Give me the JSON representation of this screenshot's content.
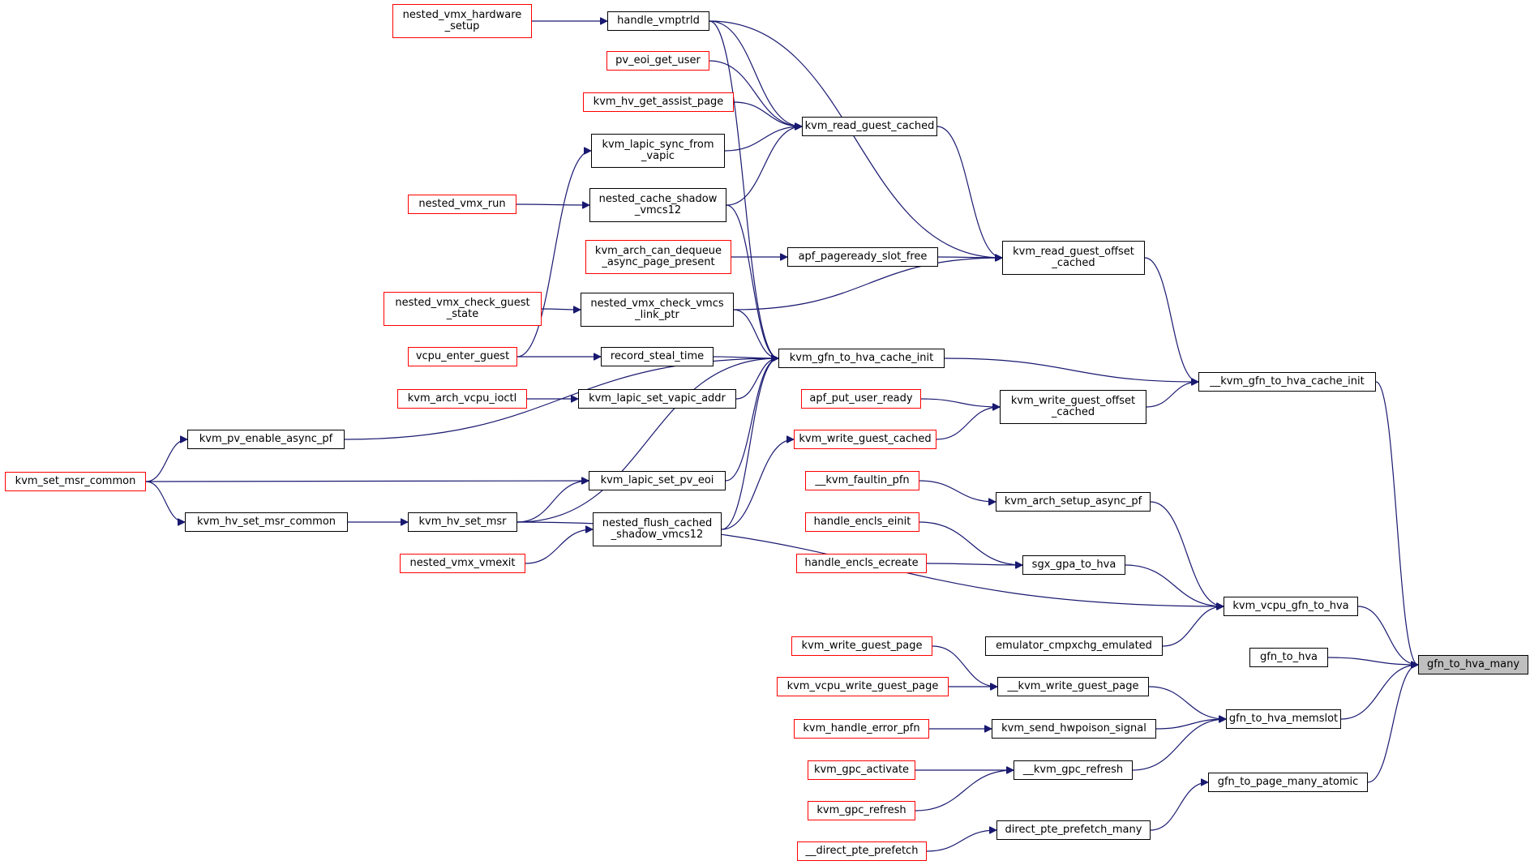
{
  "colors": {
    "edge": "#191970",
    "node_border": "#000000",
    "node_border_truncated": "#ff0000",
    "root_fill": "#bfbfbf",
    "background": "#ffffff"
  },
  "graph": {
    "root": "gfn_to_hva_many",
    "nodes": [
      {
        "id": "gfn_to_hva_many",
        "label": "gfn_to_hva_many",
        "style": "root"
      },
      {
        "id": "__kvm_gfn_to_hva_cache_init",
        "label": "__kvm_gfn_to_hva_cache_init",
        "style": "black"
      },
      {
        "id": "kvm_vcpu_gfn_to_hva",
        "label": "kvm_vcpu_gfn_to_hva",
        "style": "black"
      },
      {
        "id": "gfn_to_hva",
        "label": "gfn_to_hva",
        "style": "black"
      },
      {
        "id": "gfn_to_hva_memslot",
        "label": "gfn_to_hva_memslot",
        "style": "black"
      },
      {
        "id": "gfn_to_page_many_atomic",
        "label": "gfn_to_page_many_atomic",
        "style": "black"
      },
      {
        "id": "kvm_read_guest_offset_cached",
        "label": "kvm_read_guest_offset\n_cached",
        "style": "black"
      },
      {
        "id": "kvm_gfn_to_hva_cache_init",
        "label": "kvm_gfn_to_hva_cache_init",
        "style": "black"
      },
      {
        "id": "kvm_write_guest_offset_cached",
        "label": "kvm_write_guest_offset\n_cached",
        "style": "black"
      },
      {
        "id": "kvm_arch_setup_async_pf",
        "label": "kvm_arch_setup_async_pf",
        "style": "black"
      },
      {
        "id": "sgx_gpa_to_hva",
        "label": "sgx_gpa_to_hva",
        "style": "black"
      },
      {
        "id": "emulator_cmpxchg_emulated",
        "label": "emulator_cmpxchg_emulated",
        "style": "black"
      },
      {
        "id": "__kvm_write_guest_page",
        "label": "__kvm_write_guest_page",
        "style": "black"
      },
      {
        "id": "kvm_send_hwpoison_signal",
        "label": "kvm_send_hwpoison_signal",
        "style": "black"
      },
      {
        "id": "__kvm_gpc_refresh",
        "label": "__kvm_gpc_refresh",
        "style": "black"
      },
      {
        "id": "direct_pte_prefetch_many",
        "label": "direct_pte_prefetch_many",
        "style": "black"
      },
      {
        "id": "handle_vmptrld",
        "label": "handle_vmptrld",
        "style": "black"
      },
      {
        "id": "kvm_read_guest_cached",
        "label": "kvm_read_guest_cached",
        "style": "black"
      },
      {
        "id": "apf_pageready_slot_free",
        "label": "apf_pageready_slot_free",
        "style": "black"
      },
      {
        "id": "nested_vmx_check_vmcs_link_ptr",
        "label": "nested_vmx_check_vmcs\n_link_ptr",
        "style": "black"
      },
      {
        "id": "record_steal_time",
        "label": "record_steal_time",
        "style": "black"
      },
      {
        "id": "kvm_lapic_set_vapic_addr",
        "label": "kvm_lapic_set_vapic_addr",
        "style": "black"
      },
      {
        "id": "kvm_lapic_set_pv_eoi",
        "label": "kvm_lapic_set_pv_eoi",
        "style": "black"
      },
      {
        "id": "nested_flush_cached_shadow_vmcs12",
        "label": "nested_flush_cached\n_shadow_vmcs12",
        "style": "black"
      },
      {
        "id": "kvm_pv_enable_async_pf",
        "label": "kvm_pv_enable_async_pf",
        "style": "black"
      },
      {
        "id": "apf_put_user_ready",
        "label": "apf_put_user_ready",
        "style": "red"
      },
      {
        "id": "kvm_write_guest_cached",
        "label": "kvm_write_guest_cached",
        "style": "red"
      },
      {
        "id": "__kvm_faultin_pfn",
        "label": "__kvm_faultin_pfn",
        "style": "red"
      },
      {
        "id": "handle_encls_einit",
        "label": "handle_encls_einit",
        "style": "red"
      },
      {
        "id": "handle_encls_ecreate",
        "label": "handle_encls_ecreate",
        "style": "red"
      },
      {
        "id": "kvm_hv_set_msr",
        "label": "kvm_hv_set_msr",
        "style": "black"
      },
      {
        "id": "kvm_write_guest_page",
        "label": "kvm_write_guest_page",
        "style": "red"
      },
      {
        "id": "kvm_vcpu_write_guest_page",
        "label": "kvm_vcpu_write_guest_page",
        "style": "red"
      },
      {
        "id": "kvm_handle_error_pfn",
        "label": "kvm_handle_error_pfn",
        "style": "red"
      },
      {
        "id": "kvm_gpc_activate",
        "label": "kvm_gpc_activate",
        "style": "red"
      },
      {
        "id": "kvm_gpc_refresh",
        "label": "kvm_gpc_refresh",
        "style": "red"
      },
      {
        "id": "__direct_pte_prefetch",
        "label": "__direct_pte_prefetch",
        "style": "red"
      },
      {
        "id": "nested_vmx_hardware_setup",
        "label": "nested_vmx_hardware\n_setup",
        "style": "red"
      },
      {
        "id": "pv_eoi_get_user",
        "label": "pv_eoi_get_user",
        "style": "red"
      },
      {
        "id": "kvm_hv_get_assist_page",
        "label": "kvm_hv_get_assist_page",
        "style": "red"
      },
      {
        "id": "kvm_lapic_sync_from_vapic",
        "label": "kvm_lapic_sync_from\n_vapic",
        "style": "black"
      },
      {
        "id": "nested_cache_shadow_vmcs12",
        "label": "nested_cache_shadow\n_vmcs12",
        "style": "black"
      },
      {
        "id": "kvm_arch_can_dequeue_async_page_present",
        "label": "kvm_arch_can_dequeue\n_async_page_present",
        "style": "red"
      },
      {
        "id": "nested_vmx_check_guest_state",
        "label": "nested_vmx_check_guest\n_state",
        "style": "red"
      },
      {
        "id": "vcpu_enter_guest",
        "label": "vcpu_enter_guest",
        "style": "red"
      },
      {
        "id": "kvm_arch_vcpu_ioctl",
        "label": "kvm_arch_vcpu_ioctl",
        "style": "red"
      },
      {
        "id": "nested_vmx_run",
        "label": "nested_vmx_run",
        "style": "red"
      },
      {
        "id": "kvm_set_msr_common",
        "label": "kvm_set_msr_common",
        "style": "red"
      },
      {
        "id": "kvm_hv_set_msr_common",
        "label": "kvm_hv_set_msr_common",
        "style": "black"
      },
      {
        "id": "nested_vmx_vmexit",
        "label": "nested_vmx_vmexit",
        "style": "red"
      }
    ],
    "edges": [
      {
        "from": "__kvm_gfn_to_hva_cache_init",
        "to": "gfn_to_hva_many"
      },
      {
        "from": "kvm_vcpu_gfn_to_hva",
        "to": "gfn_to_hva_many"
      },
      {
        "from": "gfn_to_hva",
        "to": "gfn_to_hva_many"
      },
      {
        "from": "gfn_to_hva_memslot",
        "to": "gfn_to_hva_many"
      },
      {
        "from": "gfn_to_page_many_atomic",
        "to": "gfn_to_hva_many"
      },
      {
        "from": "kvm_read_guest_offset_cached",
        "to": "__kvm_gfn_to_hva_cache_init"
      },
      {
        "from": "kvm_gfn_to_hva_cache_init",
        "to": "__kvm_gfn_to_hva_cache_init"
      },
      {
        "from": "kvm_write_guest_offset_cached",
        "to": "__kvm_gfn_to_hva_cache_init"
      },
      {
        "from": "kvm_arch_setup_async_pf",
        "to": "kvm_vcpu_gfn_to_hva"
      },
      {
        "from": "sgx_gpa_to_hva",
        "to": "kvm_vcpu_gfn_to_hva"
      },
      {
        "from": "kvm_hv_set_msr",
        "to": "kvm_vcpu_gfn_to_hva"
      },
      {
        "from": "emulator_cmpxchg_emulated",
        "to": "kvm_vcpu_gfn_to_hva"
      },
      {
        "from": "__kvm_write_guest_page",
        "to": "gfn_to_hva_memslot"
      },
      {
        "from": "kvm_send_hwpoison_signal",
        "to": "gfn_to_hva_memslot"
      },
      {
        "from": "__kvm_gpc_refresh",
        "to": "gfn_to_hva_memslot"
      },
      {
        "from": "direct_pte_prefetch_many",
        "to": "gfn_to_page_many_atomic"
      },
      {
        "from": "handle_vmptrld",
        "to": "kvm_read_guest_offset_cached"
      },
      {
        "from": "kvm_read_guest_cached",
        "to": "kvm_read_guest_offset_cached"
      },
      {
        "from": "apf_pageready_slot_free",
        "to": "kvm_read_guest_offset_cached"
      },
      {
        "from": "nested_vmx_check_vmcs_link_ptr",
        "to": "kvm_read_guest_offset_cached"
      },
      {
        "from": "handle_vmptrld",
        "to": "kvm_gfn_to_hva_cache_init"
      },
      {
        "from": "nested_cache_shadow_vmcs12",
        "to": "kvm_gfn_to_hva_cache_init"
      },
      {
        "from": "nested_vmx_check_vmcs_link_ptr",
        "to": "kvm_gfn_to_hva_cache_init"
      },
      {
        "from": "record_steal_time",
        "to": "kvm_gfn_to_hva_cache_init"
      },
      {
        "from": "kvm_lapic_set_vapic_addr",
        "to": "kvm_gfn_to_hva_cache_init"
      },
      {
        "from": "kvm_pv_enable_async_pf",
        "to": "kvm_gfn_to_hva_cache_init"
      },
      {
        "from": "kvm_lapic_set_pv_eoi",
        "to": "kvm_gfn_to_hva_cache_init"
      },
      {
        "from": "kvm_hv_set_msr",
        "to": "kvm_gfn_to_hva_cache_init"
      },
      {
        "from": "nested_flush_cached_shadow_vmcs12",
        "to": "kvm_gfn_to_hva_cache_init"
      },
      {
        "from": "apf_put_user_ready",
        "to": "kvm_write_guest_offset_cached"
      },
      {
        "from": "kvm_write_guest_cached",
        "to": "kvm_write_guest_offset_cached"
      },
      {
        "from": "nested_flush_cached_shadow_vmcs12",
        "to": "kvm_write_guest_cached"
      },
      {
        "from": "__kvm_faultin_pfn",
        "to": "kvm_arch_setup_async_pf"
      },
      {
        "from": "handle_encls_einit",
        "to": "sgx_gpa_to_hva"
      },
      {
        "from": "handle_encls_ecreate",
        "to": "sgx_gpa_to_hva"
      },
      {
        "from": "kvm_write_guest_page",
        "to": "__kvm_write_guest_page"
      },
      {
        "from": "kvm_vcpu_write_guest_page",
        "to": "__kvm_write_guest_page"
      },
      {
        "from": "kvm_handle_error_pfn",
        "to": "kvm_send_hwpoison_signal"
      },
      {
        "from": "kvm_gpc_activate",
        "to": "__kvm_gpc_refresh"
      },
      {
        "from": "kvm_gpc_refresh",
        "to": "__kvm_gpc_refresh"
      },
      {
        "from": "__direct_pte_prefetch",
        "to": "direct_pte_prefetch_many"
      },
      {
        "from": "nested_vmx_hardware_setup",
        "to": "handle_vmptrld"
      },
      {
        "from": "handle_vmptrld",
        "to": "kvm_read_guest_cached"
      },
      {
        "from": "pv_eoi_get_user",
        "to": "kvm_read_guest_cached"
      },
      {
        "from": "kvm_hv_get_assist_page",
        "to": "kvm_read_guest_cached"
      },
      {
        "from": "kvm_lapic_sync_from_vapic",
        "to": "kvm_read_guest_cached"
      },
      {
        "from": "nested_cache_shadow_vmcs12",
        "to": "kvm_read_guest_cached"
      },
      {
        "from": "vcpu_enter_guest",
        "to": "kvm_lapic_sync_from_vapic"
      },
      {
        "from": "nested_vmx_run",
        "to": "nested_cache_shadow_vmcs12"
      },
      {
        "from": "kvm_arch_can_dequeue_async_page_present",
        "to": "apf_pageready_slot_free"
      },
      {
        "from": "nested_vmx_check_guest_state",
        "to": "nested_vmx_check_vmcs_link_ptr"
      },
      {
        "from": "vcpu_enter_guest",
        "to": "record_steal_time"
      },
      {
        "from": "kvm_arch_vcpu_ioctl",
        "to": "kvm_lapic_set_vapic_addr"
      },
      {
        "from": "kvm_set_msr_common",
        "to": "kvm_pv_enable_async_pf"
      },
      {
        "from": "kvm_set_msr_common",
        "to": "kvm_lapic_set_pv_eoi"
      },
      {
        "from": "kvm_set_msr_common",
        "to": "kvm_hv_set_msr_common"
      },
      {
        "from": "kvm_hv_set_msr_common",
        "to": "kvm_hv_set_msr"
      },
      {
        "from": "kvm_hv_set_msr",
        "to": "kvm_lapic_set_pv_eoi"
      },
      {
        "from": "nested_vmx_vmexit",
        "to": "nested_flush_cached_shadow_vmcs12"
      }
    ]
  }
}
